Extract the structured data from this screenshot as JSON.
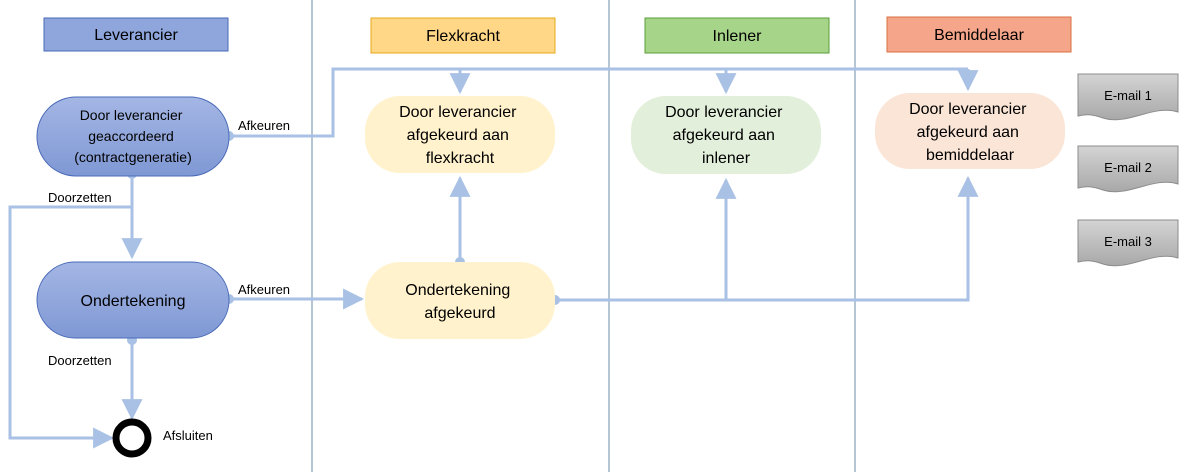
{
  "lanes": [
    {
      "label": "Leverancier",
      "fill": "#8FA6DC",
      "stroke": "#4A6BB8"
    },
    {
      "label": "Flexkracht",
      "fill": "#FFD787",
      "stroke": "#E6A818"
    },
    {
      "label": "Inlener",
      "fill": "#A6D489",
      "stroke": "#5A9E3A"
    },
    {
      "label": "Bemiddelaar",
      "fill": "#F4A58A",
      "stroke": "#D9703F"
    }
  ],
  "nodes": {
    "accorded": {
      "lines": [
        "Door leverancier",
        "geaccordeerd",
        "(contractgeneratie)"
      ]
    },
    "signing": {
      "lines": [
        "Ondertekening"
      ]
    },
    "rejected_flex": {
      "lines": [
        "Door leverancier",
        "afgekeurd aan",
        "flexkracht"
      ]
    },
    "rejected_inlener": {
      "lines": [
        "Door leverancier",
        "afgekeurd aan",
        "inlener"
      ]
    },
    "rejected_bemiddelaar": {
      "lines": [
        "Door leverancier",
        "afgekeurd aan",
        "bemiddelaar"
      ]
    },
    "signing_rejected": {
      "lines": [
        "Ondertekening",
        "afgekeurd"
      ]
    },
    "end": {
      "label": "Afsluiten"
    }
  },
  "edge_labels": {
    "reject_1": "Afkeuren",
    "reject_2": "Afkeuren",
    "proceed_1": "Doorzetten",
    "proceed_2": "Doorzetten"
  },
  "emails": [
    "E-mail 1",
    "E-mail 2",
    "E-mail 3"
  ],
  "colors": {
    "connector": "#A9C1E4",
    "lane_divider": "#6C8BA8",
    "blue_fill": "#8FA6DC",
    "yellow_fill": "#FFF2CC",
    "green_fill": "#E2EFDA",
    "orange_fill": "#FBE5D6",
    "email_fill": "#BFBFBF"
  }
}
